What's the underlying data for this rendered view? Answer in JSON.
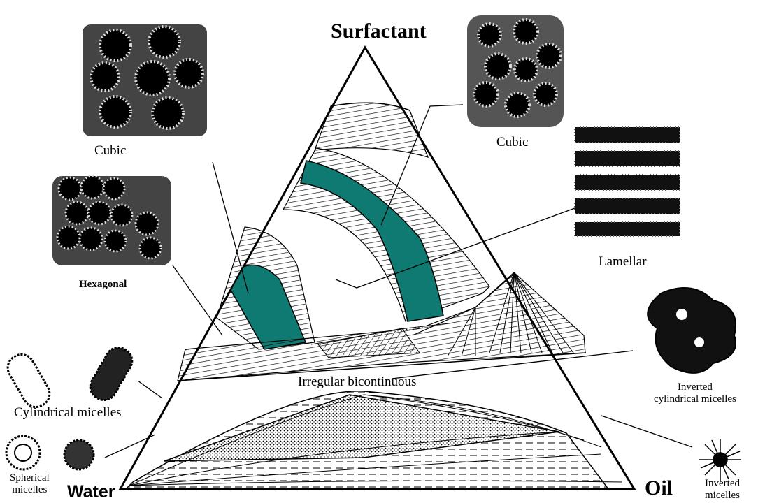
{
  "vertices": {
    "top": "Surfactant",
    "left": "Water",
    "right": "Oil"
  },
  "phases": {
    "cubic_left": "Cubic",
    "cubic_right": "Cubic",
    "hexagonal": "Hexagonal",
    "lamellar": "Lamellar",
    "irregular_bicontinuous": "Irregular bicontinuous",
    "cylindrical_micelles": "Cylindrical micelles",
    "spherical_micelles": [
      "Spherical",
      "micelles"
    ],
    "inverted_cylindrical_micelles": [
      "Inverted",
      "cylindrical micelles"
    ],
    "inverted_micelles": [
      "Inverted",
      "micelles"
    ]
  },
  "colors": {
    "teal_phase": "#0f7a72",
    "line": "#000000",
    "background": "#ffffff"
  },
  "icons": [
    "cubic-structure-icon",
    "hexagonal-rods-icon",
    "lamellar-stack-icon",
    "cylindrical-micelle-icon",
    "spherical-micelle-icon",
    "inverted-cylindrical-micelle-icon",
    "inverted-micelle-icon"
  ]
}
